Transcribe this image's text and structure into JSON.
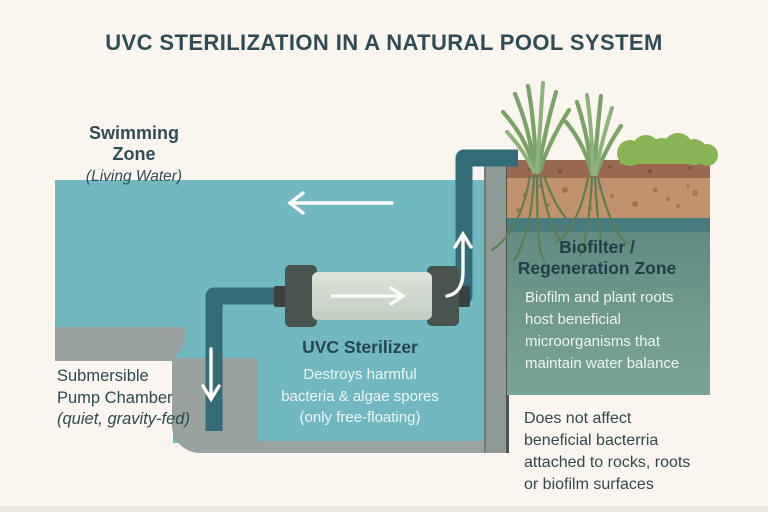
{
  "title": "UVC STERILIZATION IN A NATURAL POOL SYSTEM",
  "colors": {
    "background": "#faf6ef",
    "swimming_water": "#72b8c1",
    "biofilter_water": "#6e988c",
    "concrete": "#98a29f",
    "pipe": "#336b77",
    "soil_dark": "#9a6750",
    "soil_light": "#c19270",
    "grass_green": "#7aa368",
    "bush_green": "#88b454",
    "heading_text": "#2e4d56",
    "light_text": "#eff5f0"
  },
  "labels": {
    "swimming_zone": {
      "title": "Swimming Zone",
      "subtitle": "(Living Water)"
    },
    "sterilizer": {
      "title": "UVC Sterilizer",
      "desc_lines": [
        "Destroys harmful",
        "bacteria & algae spores",
        "(only free-floating)"
      ]
    },
    "biofilter": {
      "title_lines": [
        "Biofilter /",
        "Regeneration Zone"
      ],
      "desc_lines": [
        "Biofilm and plant roots",
        "host beneficial",
        "microorganisms that",
        "maintain water balance"
      ]
    },
    "pump_chamber": {
      "title_lines": [
        "Submersible",
        "Pump Chamber"
      ],
      "subtitle": "(quiet, gravity-fed)"
    },
    "note": {
      "lines": [
        "Does not affect",
        "beneficial bacterria",
        "attached to rocks, roots",
        "or biofilm surfaces"
      ]
    }
  }
}
